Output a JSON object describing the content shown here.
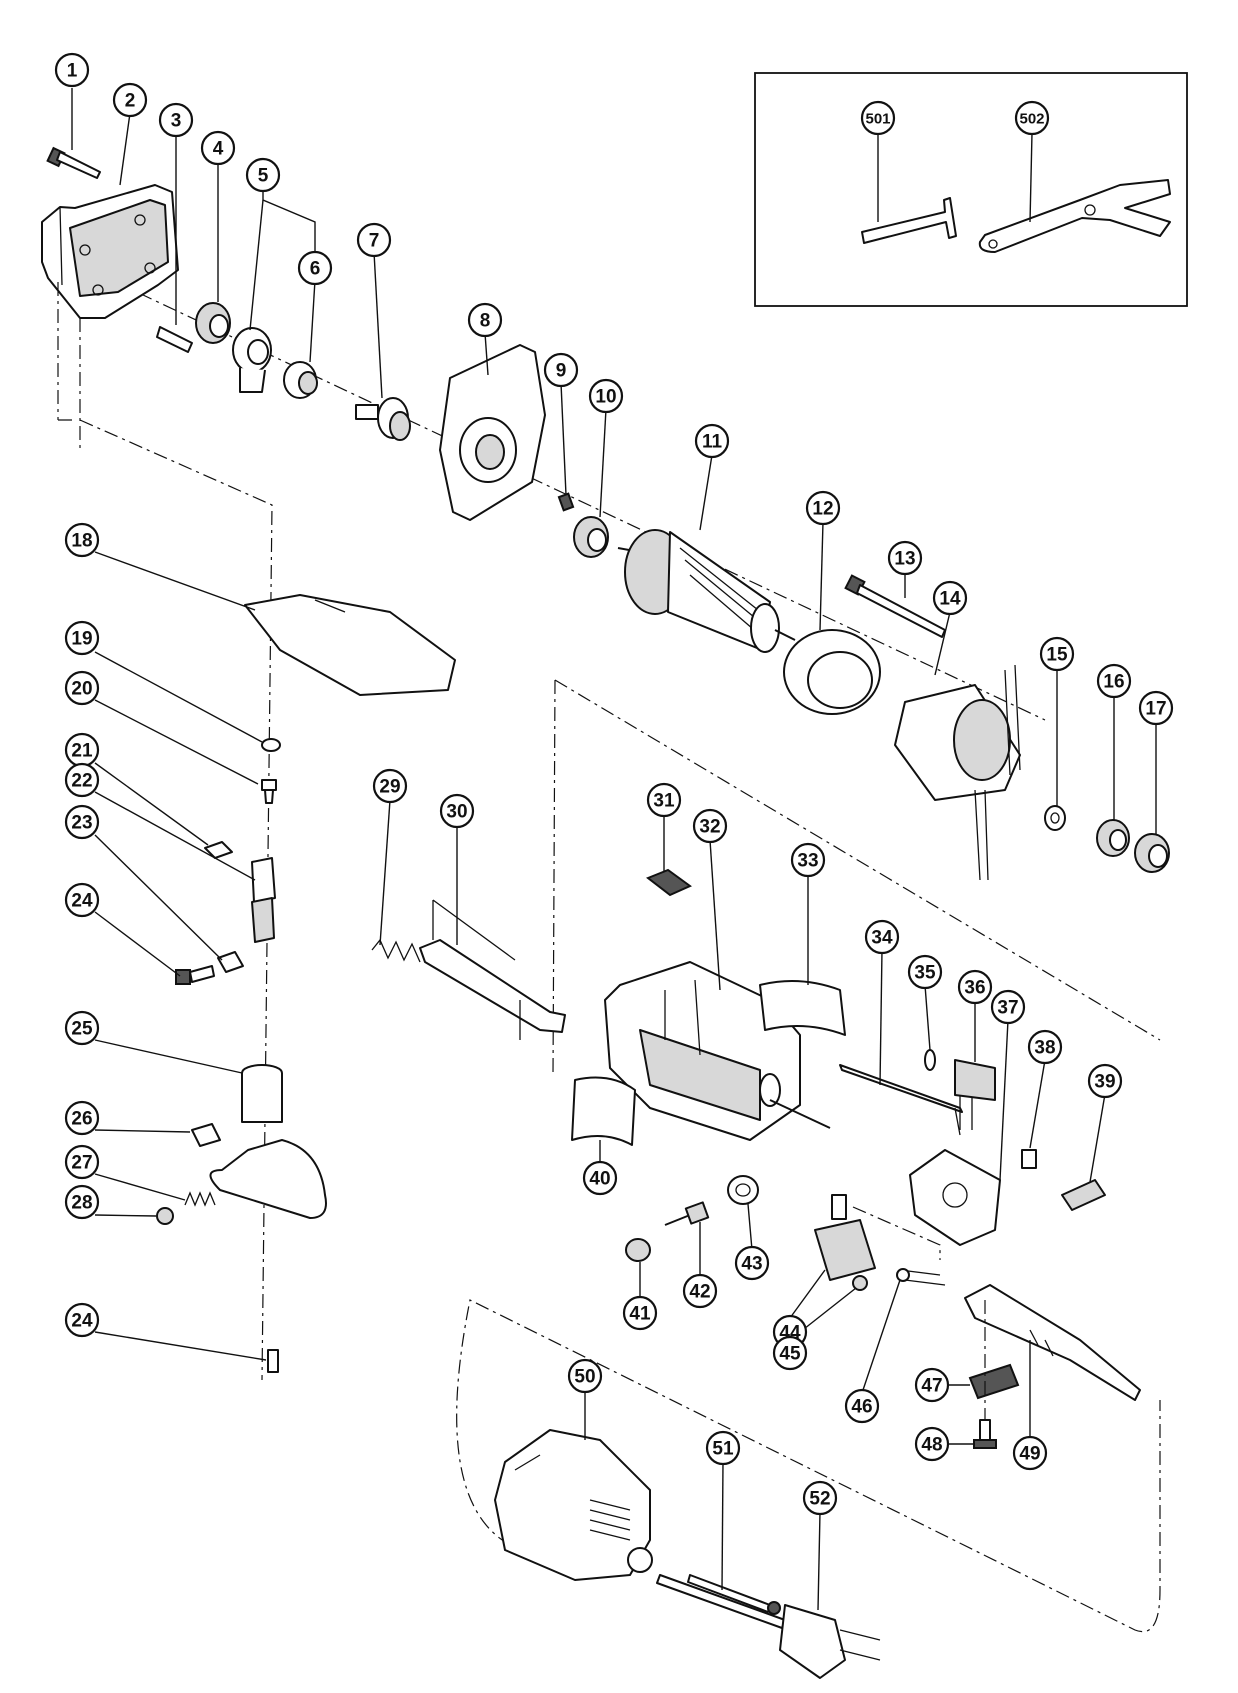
{
  "callouts": [
    {
      "id": "1",
      "label": "1"
    },
    {
      "id": "2",
      "label": "2"
    },
    {
      "id": "3",
      "label": "3"
    },
    {
      "id": "4",
      "label": "4"
    },
    {
      "id": "5",
      "label": "5"
    },
    {
      "id": "6",
      "label": "6"
    },
    {
      "id": "7",
      "label": "7"
    },
    {
      "id": "8",
      "label": "8"
    },
    {
      "id": "9",
      "label": "9"
    },
    {
      "id": "10",
      "label": "10"
    },
    {
      "id": "11",
      "label": "11"
    },
    {
      "id": "12",
      "label": "12"
    },
    {
      "id": "13",
      "label": "13"
    },
    {
      "id": "14",
      "label": "14"
    },
    {
      "id": "15",
      "label": "15"
    },
    {
      "id": "16",
      "label": "16"
    },
    {
      "id": "17",
      "label": "17"
    },
    {
      "id": "18",
      "label": "18"
    },
    {
      "id": "19",
      "label": "19"
    },
    {
      "id": "20",
      "label": "20"
    },
    {
      "id": "21",
      "label": "21"
    },
    {
      "id": "22",
      "label": "22"
    },
    {
      "id": "23",
      "label": "23"
    },
    {
      "id": "24a",
      "label": "24"
    },
    {
      "id": "25",
      "label": "25"
    },
    {
      "id": "26",
      "label": "26"
    },
    {
      "id": "27",
      "label": "27"
    },
    {
      "id": "28",
      "label": "28"
    },
    {
      "id": "24b",
      "label": "24"
    },
    {
      "id": "29",
      "label": "29"
    },
    {
      "id": "30",
      "label": "30"
    },
    {
      "id": "31",
      "label": "31"
    },
    {
      "id": "32",
      "label": "32"
    },
    {
      "id": "33",
      "label": "33"
    },
    {
      "id": "34",
      "label": "34"
    },
    {
      "id": "35",
      "label": "35"
    },
    {
      "id": "36",
      "label": "36"
    },
    {
      "id": "37",
      "label": "37"
    },
    {
      "id": "38",
      "label": "38"
    },
    {
      "id": "39",
      "label": "39"
    },
    {
      "id": "40",
      "label": "40"
    },
    {
      "id": "41",
      "label": "41"
    },
    {
      "id": "42",
      "label": "42"
    },
    {
      "id": "43",
      "label": "43"
    },
    {
      "id": "44",
      "label": "44"
    },
    {
      "id": "45",
      "label": "45"
    },
    {
      "id": "46",
      "label": "46"
    },
    {
      "id": "47",
      "label": "47"
    },
    {
      "id": "48",
      "label": "48"
    },
    {
      "id": "49",
      "label": "49"
    },
    {
      "id": "50",
      "label": "50"
    },
    {
      "id": "51",
      "label": "51"
    },
    {
      "id": "52",
      "label": "52"
    },
    {
      "id": "501",
      "label": "501"
    },
    {
      "id": "502",
      "label": "502"
    }
  ]
}
